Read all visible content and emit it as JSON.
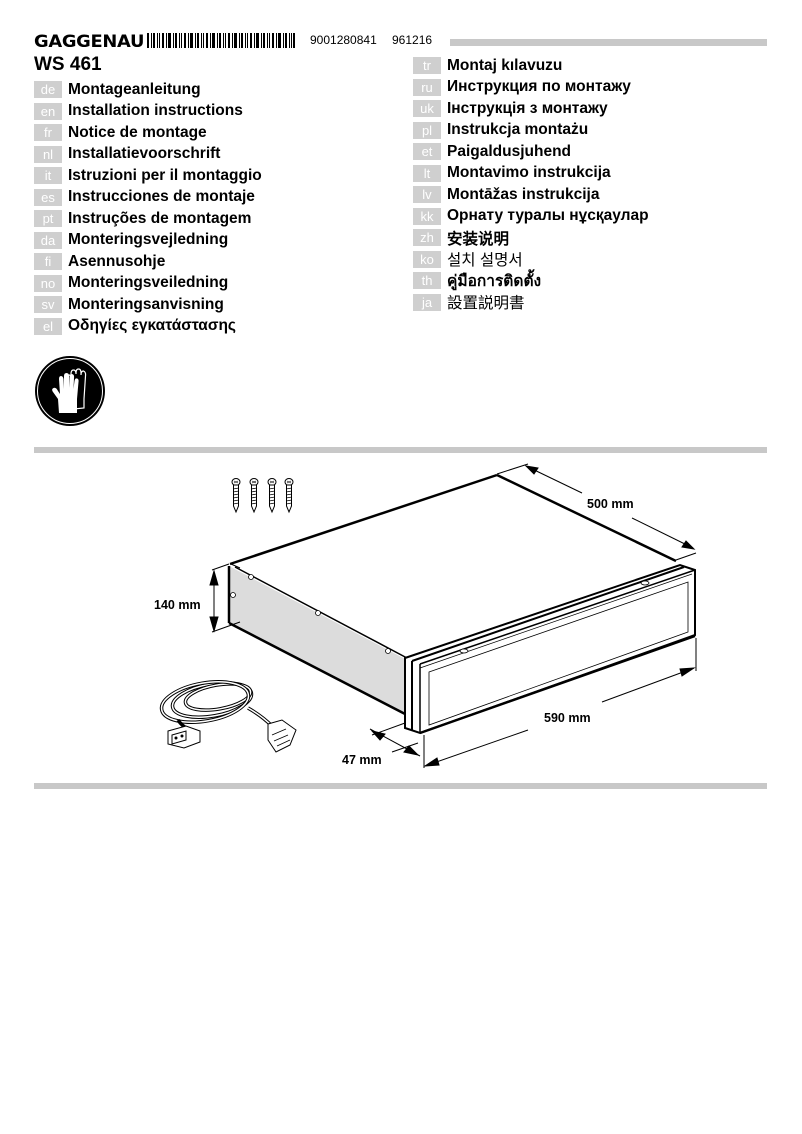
{
  "header": {
    "brand": "GAGGENAU",
    "barcode_icon": "barcode-icon",
    "document_number": "9001280841",
    "date_code": "961216",
    "model": "WS 461"
  },
  "languages_left": [
    {
      "code": "de",
      "title": "Montageanleitung"
    },
    {
      "code": "en",
      "title": "Installation instructions"
    },
    {
      "code": "fr",
      "title": "Notice de montage"
    },
    {
      "code": "nl",
      "title": "Installatievoorschrift"
    },
    {
      "code": "it",
      "title": "Istruzioni per il montaggio"
    },
    {
      "code": "es",
      "title": "Instrucciones de montaje"
    },
    {
      "code": "pt",
      "title": "Instruções de montagem"
    },
    {
      "code": "da",
      "title": "Monteringsvejledning"
    },
    {
      "code": "fi",
      "title": "Asennusohje"
    },
    {
      "code": "no",
      "title": "Monteringsveiledning"
    },
    {
      "code": "sv",
      "title": "Monteringsanvisning"
    },
    {
      "code": "el",
      "title": "Οδηγίες εγκατάστασης"
    }
  ],
  "languages_right": [
    {
      "code": "tr",
      "title": "Montaj kılavuzu"
    },
    {
      "code": "ru",
      "title": "Инструкция по монтажу"
    },
    {
      "code": "uk",
      "title": "Інструкція з монтажу"
    },
    {
      "code": "pl",
      "title": "Instrukcja montażu"
    },
    {
      "code": "et",
      "title": "Paigaldusjuhend"
    },
    {
      "code": "lt",
      "title": "Montavimo instrukcija"
    },
    {
      "code": "lv",
      "title": "Montāžas instrukcija"
    },
    {
      "code": "kk",
      "title": "Орнату туралы нұсқаулар"
    },
    {
      "code": "zh",
      "title": "安装说明"
    },
    {
      "code": "ko",
      "title": "설치 설명서"
    },
    {
      "code": "th",
      "title": "คู่มือการติดตั้ง"
    },
    {
      "code": "ja",
      "title": "設置説明書"
    }
  ],
  "safety": {
    "icon": "protective-gloves-icon"
  },
  "diagram": {
    "dimensions": {
      "depth": "500 mm",
      "height": "140 mm",
      "width": "590 mm",
      "front_panel": "47 mm"
    },
    "parts": [
      "screws-icon",
      "power-cord-icon",
      "warming-drawer-unit"
    ]
  },
  "colors": {
    "tab_gray": "#cfcfcf",
    "divider_gray": "#c8c8c8",
    "panel_gray": "#dcdcdc"
  }
}
